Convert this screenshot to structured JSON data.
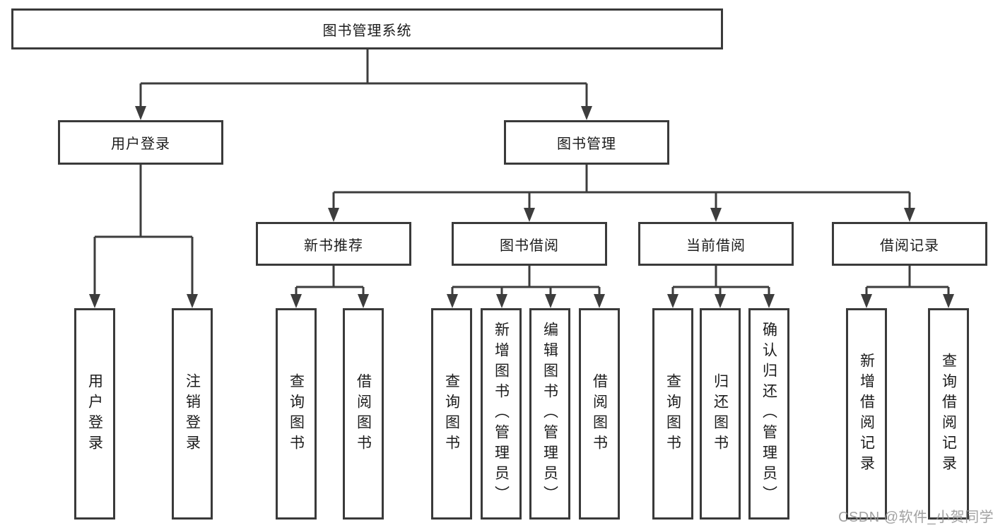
{
  "diagram": {
    "title": "图书管理系统",
    "watermark": "CSDN @软件_小贺同学",
    "colors": {
      "line": "#3d3d3d",
      "border": "#3a3a3a",
      "text": "#1c1c1c",
      "background": "#ffffff",
      "watermark": "#949494"
    },
    "nodes": {
      "root": "图书管理系统",
      "user_login": "用户登录",
      "book_mgmt": "图书管理",
      "new_book_rec": "新书推荐",
      "book_borrow": "图书借阅",
      "current_borrow": "当前借阅",
      "borrow_record": "借阅记录",
      "leaf_user_login": "用户登录",
      "leaf_logout": "注销登录",
      "nb_query_book": "查询图书",
      "nb_borrow_book": "借阅图书",
      "bb_query_book": "查询图书",
      "bb_add_book": "新增图书（管理员）",
      "bb_edit_book": "编辑图书（管理员）",
      "bb_borrow_book": "借阅图书",
      "cb_query_book": "查询图书",
      "cb_return_book": "归还图书",
      "cb_confirm_return": "确认归还（管理员）",
      "br_add_record": "新增借阅记录",
      "br_query_record": "查询借阅记录"
    }
  }
}
